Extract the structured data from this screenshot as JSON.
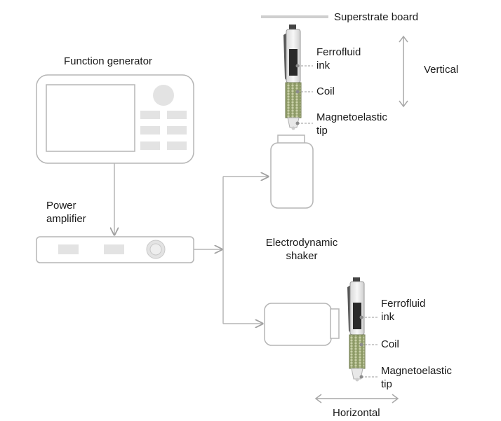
{
  "labels": {
    "function_generator": "Function generator",
    "power_amplifier_1": "Power",
    "power_amplifier_2": "amplifier",
    "shaker_1": "Electrodynamic",
    "shaker_2": "shaker",
    "superstrate": "Superstrate board",
    "vertical": "Vertical",
    "horizontal": "Horizontal",
    "ferrofluid_1": "Ferrofluid",
    "ferrofluid_2": "ink",
    "coil": "Coil",
    "tip_1": "Magnetoelastic",
    "tip_2": "tip"
  },
  "colors": {
    "outline": "#b5b5b5",
    "panel_fill": "#e3e3e3",
    "text": "#1a1a1a",
    "coil_green": "#7e8c5a",
    "ink_dark": "#2a2a2a"
  }
}
